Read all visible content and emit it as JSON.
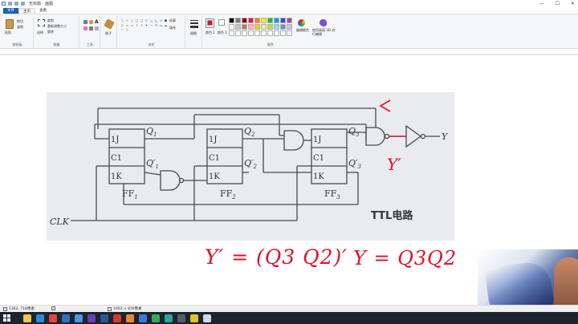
{
  "window": {
    "title": "无标题 - 画图",
    "controls": [
      "—",
      "☐",
      "✕"
    ]
  },
  "tabs": [
    {
      "label": "文件",
      "active": false
    },
    {
      "label": "主页",
      "active": true
    },
    {
      "label": "查看",
      "active": false
    }
  ],
  "ribbon": {
    "clipboard": {
      "label": "剪贴板",
      "paste": "粘贴",
      "cut": "剪切",
      "copy": "复制"
    },
    "image": {
      "label": "图像",
      "select": "选择",
      "crop": "裁剪",
      "resize": "重新调整大小",
      "rotate": "旋转"
    },
    "tools": {
      "label": "工具"
    },
    "brushes": {
      "label": "刷子"
    },
    "shapes": {
      "label": "形状",
      "outline": "轮廓",
      "fill": "填充"
    },
    "size": {
      "label": "粗细"
    },
    "colors": {
      "label": "颜色",
      "color1": "颜色 1",
      "color2": "颜色 2",
      "edit": "编辑颜色",
      "paint3d": "使用画图 3D 进行编辑",
      "color1_value": "#e81123",
      "palette": [
        "#000000",
        "#7f7f7f",
        "#880015",
        "#ed1c24",
        "#ff7f27",
        "#fff200",
        "#22b14c",
        "#00a2e8",
        "#3f48cc",
        "#a349a4",
        "#ffffff",
        "#c3c3c3",
        "#b97a57",
        "#ffaec9",
        "#ffc90e",
        "#efe4b0",
        "#b5e61d",
        "#99d9ea",
        "#7092be",
        "#c8bfe7",
        "#ffffff",
        "#ffffff",
        "#ffffff",
        "#ffffff",
        "#ffffff",
        "#ffffff",
        "#ffffff",
        "#ffffff",
        "#ffffff",
        "#ffffff"
      ]
    }
  },
  "circuit": {
    "inputs": {
      "clk": "CLK"
    },
    "flipflops": [
      {
        "name": "FF",
        "sub": "1",
        "pins": [
          "1J",
          "C1",
          "1K"
        ],
        "q": "Q",
        "q_sub": "1",
        "qn": "Q′",
        "qn_sub": "1"
      },
      {
        "name": "FF",
        "sub": "2",
        "pins": [
          "1J",
          "C1",
          "1K"
        ],
        "q": "Q",
        "q_sub": "2",
        "qn": "Q′",
        "qn_sub": "2"
      },
      {
        "name": "FF",
        "sub": "3",
        "pins": [
          "1J",
          "C1",
          "1K"
        ],
        "q": "Q",
        "q_sub": "3",
        "qn": "Q′",
        "qn_sub": "3"
      }
    ],
    "output": "Y",
    "label": "TTL电路",
    "annotation_yprime": "Y′"
  },
  "handwriting": {
    "eq1": "Y′ = (Q3 Q2)′",
    "eq2": "Y = Q3Q2"
  },
  "status": {
    "cursor": "1362, 718像素",
    "selection": "",
    "size": "1903 × 819像素"
  },
  "taskbar": {
    "apps": [
      {
        "name": "file-explorer",
        "color": "#f5c54b"
      },
      {
        "name": "edge",
        "color": "#2a8bd6"
      },
      {
        "name": "chrome",
        "color": "#e9453a"
      },
      {
        "name": "store",
        "color": "#2a72c9"
      },
      {
        "name": "mail",
        "color": "#4d97d8"
      },
      {
        "name": "media",
        "color": "#6a3fb0"
      },
      {
        "name": "word",
        "color": "#2b5797"
      },
      {
        "name": "app-red",
        "color": "#d63a2d"
      },
      {
        "name": "app-orange",
        "color": "#e98a2f"
      },
      {
        "name": "app-blue",
        "color": "#3a7bd5"
      },
      {
        "name": "app-green",
        "color": "#3aa856"
      },
      {
        "name": "app-teal",
        "color": "#2aa5a0"
      },
      {
        "name": "app-dark",
        "color": "#555d6c"
      },
      {
        "name": "app-yellow",
        "color": "#e3c12d"
      },
      {
        "name": "paint",
        "color": "#d2d8e4"
      }
    ]
  }
}
